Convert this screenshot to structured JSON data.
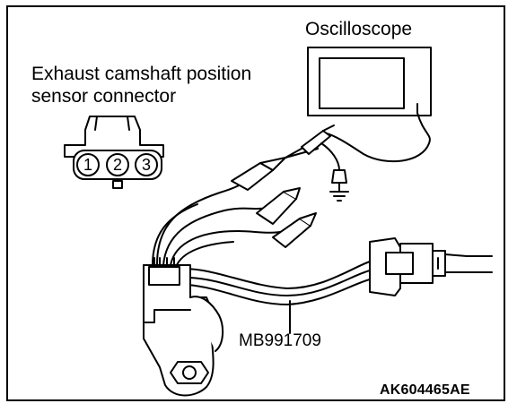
{
  "labels": {
    "oscilloscope": "Oscilloscope",
    "connector_line1": "Exhaust camshaft position",
    "connector_line2": "sensor connector",
    "tool": "MB991709",
    "figure_code": "AK604465AE"
  },
  "connector_pins": [
    "1",
    "2",
    "3"
  ],
  "colors": {
    "line": "#000000",
    "background": "#ffffff"
  }
}
